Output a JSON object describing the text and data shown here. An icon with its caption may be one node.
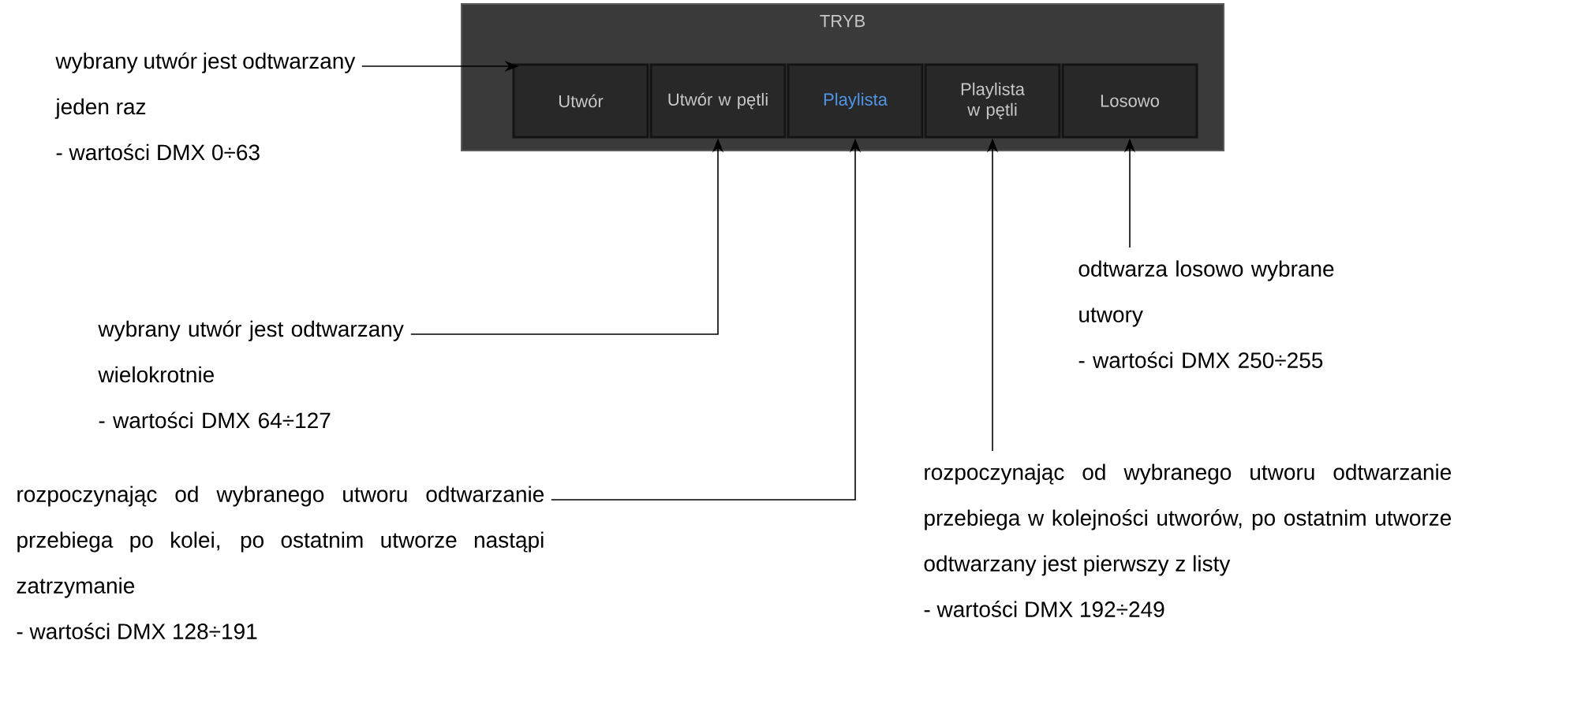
{
  "diagram": {
    "nodes": [
      {
        "text": [
          "TRYB"
        ]
      },
      {
        "text": [
          "Utwór"
        ],
        "in": 0
      },
      {
        "text": [
          "Utwór w pętli"
        ],
        "in": 0
      },
      {
        "text": [
          "Playlista"
        ],
        "in": 0
      },
      {
        "text": [
          "Playlista w pętli"
        ],
        "in": 0
      },
      {
        "text": [
          "Losowo"
        ],
        "in": 0
      },
      {
        "text": [
          "wybrany utwór jest odtwarzany jeden raz",
          "- wartości DMX 0÷63"
        ]
      },
      {
        "text": [
          "wybrany utwór jest odtwarzany wielokrotnie",
          "- wartości DMX 64÷127"
        ]
      },
      {
        "text": [
          "rozpoczynając od wybranego utworu odtwarzanie przebiega po kolei, po ostatnim utworze nastąpi zatrzymanie",
          "- wartości DMX 128÷191"
        ]
      },
      {
        "text": [
          "rozpoczynając od wybranego utworu odtwarzanie przebiega w kolejności utworów, po ostatnim utworze odtwarzany jest pierwszy z listy",
          "- wartości DMX 192÷249"
        ]
      },
      {
        "text": [
          "odtwarza losowo wybrane utwory",
          "- wartości DMX 250÷255"
        ]
      }
    ],
    "edges": [
      {
        "from": 6,
        "to": 1,
        "arrow": "to"
      },
      {
        "from": 7,
        "to": 2,
        "arrow": "to"
      },
      {
        "from": 8,
        "to": 3,
        "arrow": "to"
      },
      {
        "from": 9,
        "to": 4,
        "arrow": "to"
      },
      {
        "from": 10,
        "to": 5,
        "arrow": "to"
      }
    ]
  }
}
